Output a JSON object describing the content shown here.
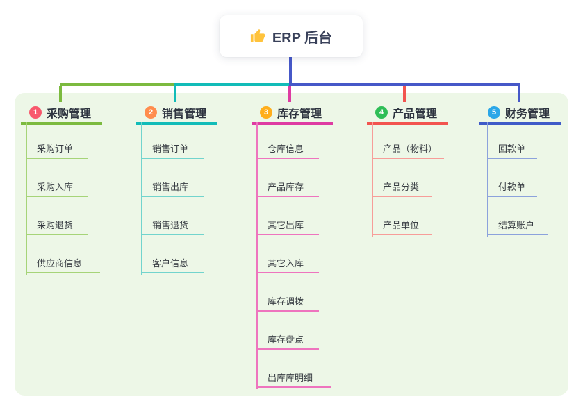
{
  "root": {
    "icon": "thumbs-up-icon",
    "label": "ERP 后台"
  },
  "palette": {
    "panel_bg": "#edf7e7",
    "root_connector": "#4658c8",
    "header_text": "#2e3440",
    "child_text": "#3a3f45"
  },
  "branches": [
    {
      "num": "1",
      "label": "采购管理",
      "badge_color": "#f8586c",
      "line_color": "#7cba3f",
      "child_line_color": "#a6d478",
      "children": [
        "采购订单",
        "采购入库",
        "采购退货",
        "供应商信息"
      ]
    },
    {
      "num": "2",
      "label": "销售管理",
      "badge_color": "#ff8d4e",
      "line_color": "#12bcb8",
      "child_line_color": "#72d4cd",
      "children": [
        "销售订单",
        "销售出库",
        "销售退货",
        "客户信息"
      ]
    },
    {
      "num": "3",
      "label": "库存管理",
      "badge_color": "#ffae1c",
      "line_color": "#de3ba2",
      "child_line_color": "#ee74be",
      "children": [
        "仓库信息",
        "产品库存",
        "其它出库",
        "其它入库",
        "库存调拨",
        "库存盘点",
        "出库库明细"
      ]
    },
    {
      "num": "4",
      "label": "产品管理",
      "badge_color": "#2fbe57",
      "line_color": "#f2544f",
      "child_line_color": "#f79d99",
      "children": [
        "产品（物料）",
        "产品分类",
        "产品单位"
      ]
    },
    {
      "num": "5",
      "label": "财务管理",
      "badge_color": "#2ba7e8",
      "line_color": "#3f5bc8",
      "child_line_color": "#8ca2dc",
      "children": [
        "回款单",
        "付款单",
        "结算账户"
      ]
    }
  ]
}
